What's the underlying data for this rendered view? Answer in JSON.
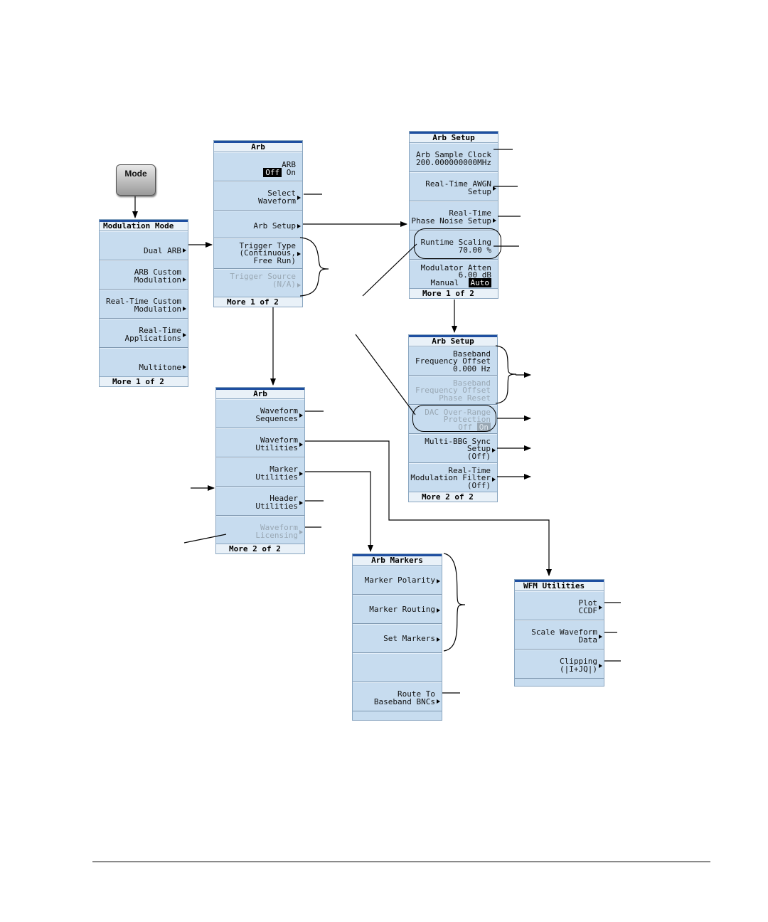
{
  "mode_button": {
    "label": "Mode"
  },
  "modulation_mode": {
    "title": "Modulation Mode",
    "keys": [
      "Dual ARB",
      "ARB Custom\nModulation",
      "Real-Time Custom\nModulation",
      "Real-Time\nApplications",
      "Multitone"
    ],
    "footer": "More 1 of 2"
  },
  "arb1": {
    "title": "Arb",
    "arb_toggle_label": "ARB",
    "arb_off": "Off",
    "arb_on": "On",
    "keys": [
      "Select\nWaveform",
      "Arb Setup",
      "Trigger Type\n(Continuous,\nFree Run)",
      "Trigger Source\n(N/A)"
    ],
    "footer": "More 1 of 2"
  },
  "arb2": {
    "title": "Arb",
    "keys": [
      "Waveform\nSequences",
      "Waveform\nUtilities",
      "Marker\nUtilities",
      "Header\nUtilities",
      "Waveform\nLicensing"
    ],
    "footer": "More 2 of 2"
  },
  "arb_setup1": {
    "title": "Arb Setup",
    "keys": [
      "Arb Sample Clock\n200.000000000MHz",
      "Real-Time AWGN\nSetup",
      "Real-Time\nPhase Noise Setup",
      "Runtime Scaling\n70.00 %"
    ],
    "modulator_atten": "Modulator Atten\n6.00 dB",
    "manual": "Manual",
    "auto": "Auto",
    "footer": "More 1 of 2"
  },
  "arb_setup2": {
    "title": "Arb Setup",
    "keys": [
      "Baseband\nFrequency Offset\n0.000 Hz",
      "Baseband\nFrequency Offset\nPhase Reset"
    ],
    "dac_label": "DAC Over-Range\nProtection",
    "dac_off": "Off",
    "dac_on": "On",
    "keys2": [
      "Multi-BBG Sync\nSetup\n(Off)",
      "Real-Time\nModulation Filter\n(Off)"
    ],
    "footer": "More 2 of 2"
  },
  "arb_markers": {
    "title": "Arb Markers",
    "keys": [
      "Marker Polarity",
      "Marker Routing",
      "Set Markers",
      "",
      "Route To\nBaseband BNCs"
    ]
  },
  "wfm_utilities": {
    "title": "WFM Utilities",
    "keys": [
      "Plot\nCCDF",
      "Scale Waveform\nData",
      "Clipping\n(|I+JQ|)"
    ]
  }
}
